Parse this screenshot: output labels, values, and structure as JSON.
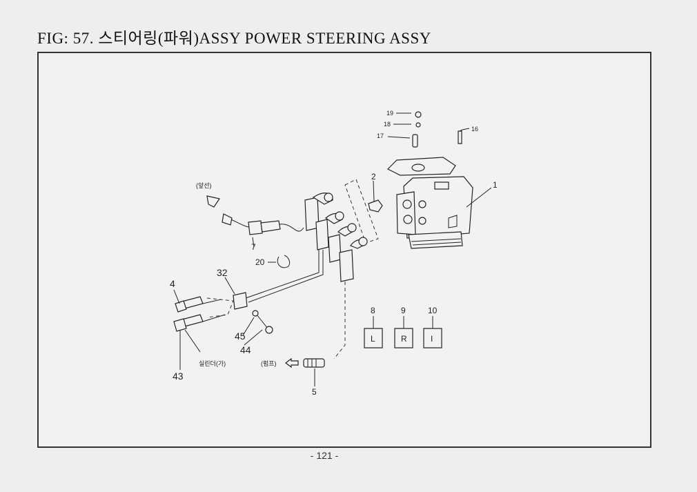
{
  "title": "FIG: 57. 스티어링(파워)ASSY POWER STEERING ASSY",
  "page_number": "- 121 -",
  "callouts": {
    "c1": "1",
    "c2": "2",
    "c4": "4",
    "c5": "5",
    "c7": "7",
    "c8": "8",
    "c9": "9",
    "c10": "10",
    "c16": "16",
    "c17": "17",
    "c18": "18",
    "c19": "19",
    "c20": "20",
    "c32": "32",
    "c43": "43",
    "c44": "44",
    "c45": "45"
  },
  "notes": {
    "top_left": "(앞선)",
    "bottom_left": "실린더(가)",
    "bottom_mid": "(펌프)"
  },
  "label_boxes": {
    "box_8": "L",
    "box_9": "R",
    "box_10": "I"
  }
}
